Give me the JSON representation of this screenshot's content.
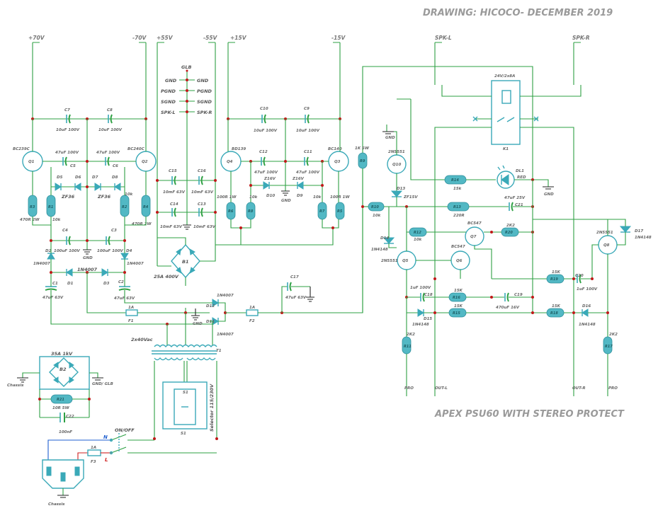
{
  "header": {
    "drawing": "DRAWING: HICOCO- DECEMBER 2019"
  },
  "footer": {
    "title": "APEX PSU60 WITH STEREO PROTECT"
  },
  "rails": {
    "p70": "+70V",
    "m70": "-70V",
    "p55": "+55V",
    "m55": "-55V",
    "p15": "+15V",
    "m15": "-15V",
    "spkl": "SPK-L",
    "spkr": "SPK-R"
  },
  "glb": {
    "title": "GLB",
    "rows": [
      {
        "left": "GND",
        "right": "GND"
      },
      {
        "left": "PGND",
        "right": "PGND"
      },
      {
        "left": "SGND",
        "right": "SGND"
      },
      {
        "left": "SPK-L",
        "right": "SPK-R"
      }
    ]
  },
  "labels": {
    "C7": "C7",
    "C7v": "10uF 100V",
    "C8": "C8",
    "C8v": "10uF 100V",
    "Q1t": "BC239C",
    "Q1": "Q1",
    "Q2t": "BC240C",
    "Q2": "Q2",
    "C5v": "47uF 100V",
    "C5": "C5",
    "C6v": "47uF 100V",
    "C6": "C6",
    "D5": "D5",
    "D6": "D6",
    "D7": "D7",
    "D8": "D8",
    "ZF36a": "ZF36",
    "ZF36b": "ZF36",
    "R1": "R1",
    "R2": "R2",
    "R3": "R3",
    "R4": "R4",
    "r470a": "470R 2W",
    "r10ka": "10k",
    "r10kb": "10k",
    "r470b": "470R 2W",
    "C4": "C4",
    "C4v": "100uF 100V",
    "C3": "C3",
    "C3v": "100uF 100V",
    "GNDa": "GND",
    "D2": "D2",
    "D4": "D4",
    "n4007a": "1N4007",
    "n4007b": "1N4007",
    "C1": "C1",
    "C1v": "47uF 63V",
    "D1": "D1",
    "D3": "D3",
    "n4007c": "1N4007",
    "C2": "C2",
    "C2v": "47uF 63V",
    "C15": "C15",
    "C15v": "10mF 63V",
    "C16": "C16",
    "C16v": "10mF 63V",
    "C14": "C14",
    "C14v": "10mF 63V",
    "C13": "C13",
    "C13v": "10mF 63V",
    "B1": "B1",
    "B1v": "25A 400V",
    "F1": "F1",
    "F1v": "1A",
    "F2": "F2",
    "F2v": "1A",
    "D12": "D12",
    "D11": "D11",
    "n4007d": "1N4007",
    "n4007e": "1N4007",
    "GNDb": "GND",
    "C17": "C17",
    "C17v": "47uF 63V",
    "Q4t": "BD139",
    "Q4": "Q4",
    "Q3t": "BC140",
    "Q3": "Q3",
    "C10": "C10",
    "C10v": "10uF 100V",
    "C9": "C9",
    "C9v": "10uF 100V",
    "C12": "C12",
    "C12v": "47uF 100V",
    "C11": "C11",
    "C11v": "47uF 100V",
    "Z16a": "Z16V",
    "Z16b": "Z16V",
    "D10": "D10",
    "D9": "D9",
    "GNDc": "GND",
    "R6": "R6",
    "R8": "R8",
    "R7": "R7",
    "R5": "R5",
    "r100a": "100R 1W",
    "r10kc": "10k",
    "r10kd": "10k",
    "r100b": "100R 1W",
    "T1": "T1",
    "T1v": "2x40Vac",
    "S1": "S1",
    "Sel": "Selector 115/230V",
    "B2": "B2",
    "B2v": "35A 1kV",
    "Chassis1": "Chassis",
    "GNDglb": "GND/ GLB",
    "R21": "R21",
    "R21v": "10R 5W",
    "C22": "C22",
    "C22v": "100nF",
    "onoff": "ON/OFF",
    "N": "N",
    "L": "L",
    "F3": "F3",
    "F3v": "1A",
    "Chassis2": "Chassis",
    "R9": "R9",
    "R9v": "1K 5W",
    "relay": "24V/2x8A",
    "K1": "K1",
    "GNDd": "GND",
    "Q10t": "2N5551",
    "Q10": "Q10",
    "D13": "D13",
    "D13v": "ZF15V",
    "R14": "R14",
    "R14v": "15k",
    "DL1": "DL1",
    "DL1v": "RED",
    "GNDe": "GND",
    "C21": "C21",
    "C21v": "47uF 25V",
    "R10": "R10",
    "R10v": "10k",
    "R13": "R13",
    "R13v": "220R",
    "Q7t": "BC547",
    "Q7": "Q7",
    "D14": "D14",
    "R12": "R12",
    "R12v": "10k",
    "R20": "R20",
    "R20v": "2K2",
    "n4148a": "1N4148",
    "Q5t": "2N5551",
    "Q5": "Q5",
    "Q6t": "BC547",
    "Q6": "Q6",
    "Q8t": "2N5551",
    "Q8": "Q8",
    "D17": "D17",
    "n4148b": "1N4148",
    "R19": "R19",
    "R19v": "15K",
    "C20": "C20",
    "C20v": "1uF 100V",
    "C18": "C18",
    "C18v": "1uF 100V",
    "R16": "R16",
    "R16v": "15K",
    "C19": "C19",
    "C19v": "470uF 16V",
    "D15": "D15",
    "n4148c": "1N4148",
    "R15": "R15",
    "R15v": "15K",
    "R18": "R18",
    "R18v": "15K",
    "D16": "D16",
    "n4148d": "1N4148",
    "R17": "R17",
    "R17v": "2K2",
    "R11": "R11",
    "R11v": "2K2",
    "PRO1": "PRO",
    "OUTL": "OUT-L",
    "OUTR": "OUT-R",
    "PRO2": "PRO"
  }
}
